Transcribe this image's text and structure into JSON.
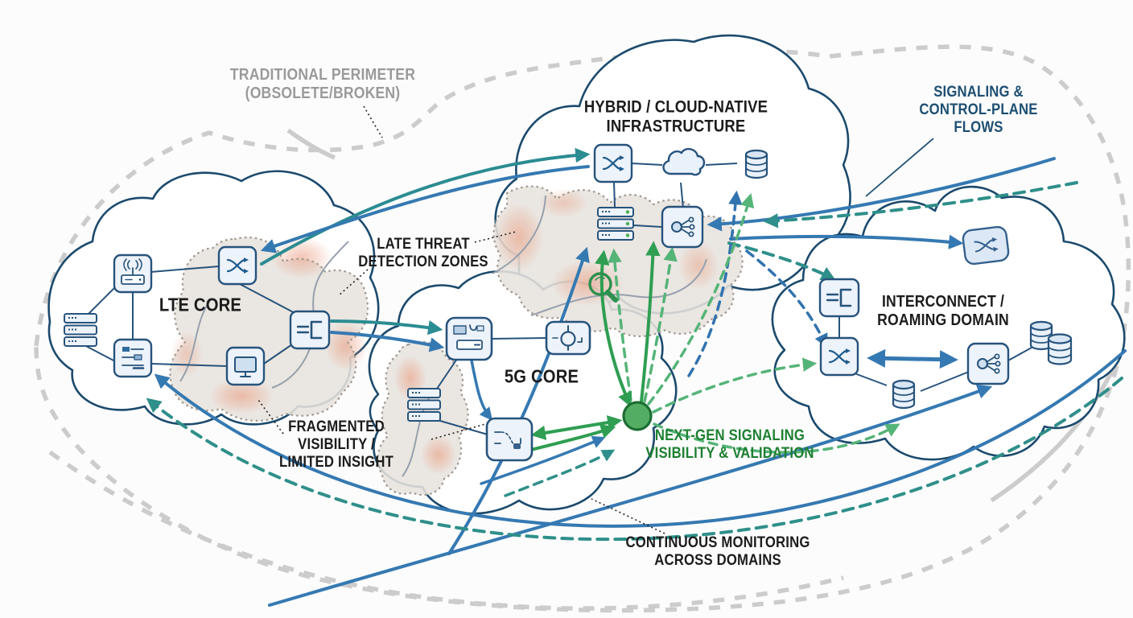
{
  "diagram": {
    "title": "telecom-signaling-security-architecture",
    "perimeter": {
      "l1": "TRADITIONAL PERIMETER",
      "l2": "(OBSOLETE/BROKEN)"
    },
    "clouds": {
      "hybrid": {
        "l1": "HYBRID / CLOUD-NATIVE",
        "l2": "INFRASTRUCTURE",
        "nodes": [
          "switch-icon",
          "cloud-icon",
          "database-icon",
          "server-rack-icon",
          "service-mesh-icon"
        ]
      },
      "lte": {
        "l1": "LTE CORE",
        "nodes": [
          "base-station-icon",
          "switch-icon",
          "server-rack-icon",
          "config-icon",
          "monitor-icon",
          "gateway-icon"
        ]
      },
      "fiveg": {
        "l1": "5G CORE",
        "nodes": [
          "nf-slice-icon",
          "upf-icon",
          "server-rack-icon",
          "route-icon"
        ]
      },
      "interconnect": {
        "l1": "INTERCONNECT /",
        "l2": "ROAMING DOMAIN",
        "nodes": [
          "gateway-icon",
          "switch-icon",
          "service-mesh-icon",
          "database-icon",
          "database-double-icon",
          "roaming-switch-icon"
        ]
      }
    },
    "annotations": {
      "signaling": {
        "l1": "SIGNALING &",
        "l2": "CONTROL-PLANE",
        "l3": "FLOWS"
      },
      "late_threat": {
        "l1": "LATE THREAT",
        "l2": "DETECTION ZONES"
      },
      "fragmented": {
        "l1": "FRAGMENTED",
        "l2": "VISIBILITY /",
        "l3": "LIMITED INSIGHT"
      },
      "nextgen": {
        "l1": "NEXT-GEN SIGNALING",
        "l2": "VISIBILITY & VALIDATION"
      },
      "continuous": {
        "l1": "CONTINUOUS MONITORING",
        "l2": "ACROSS DOMAINS"
      }
    },
    "colors": {
      "cloud_stroke": "#1b4a6d",
      "icon_stroke": "#27537c",
      "icon_fill": "#edf3fa",
      "teal_solid": "#2b8c92",
      "blue_solid": "#3579b2",
      "teal_dashed": "#2f8f8a",
      "blue_dashed": "#3173ae",
      "green_solid": "#2f9e52",
      "green_dashed": "#55b478",
      "perimeter_gray": "#c7c7c7",
      "zone_fill": "#e7e2dd",
      "zone_red": "#e99678",
      "label_gray": "#9a9a9a",
      "label_navy": "#1d4f72",
      "label_green": "#1e8032",
      "next_gen_node": "#53ad63"
    }
  }
}
